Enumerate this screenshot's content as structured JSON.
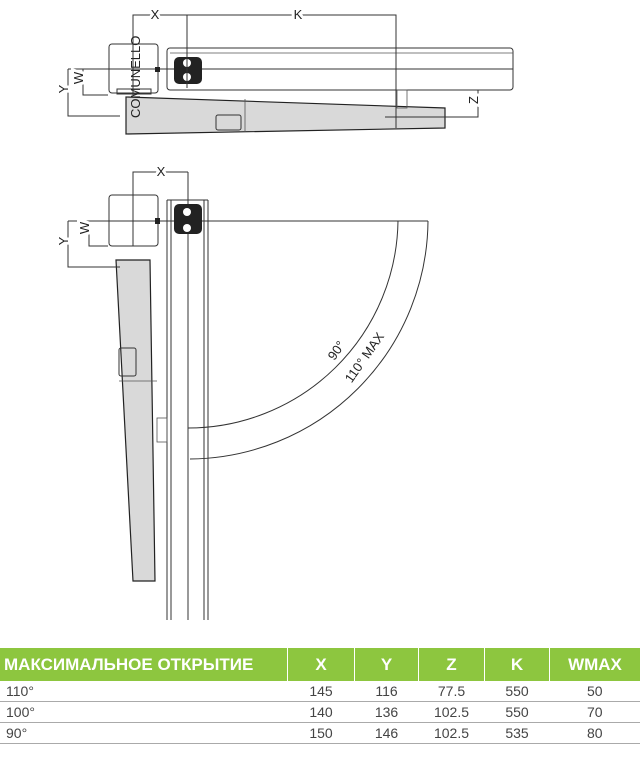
{
  "colors": {
    "accent": "#8dc63f"
  },
  "drawing": {
    "labels": {
      "x": "X",
      "k": "K",
      "y": "Y",
      "w": "W",
      "z": "Z",
      "deg90": "90°",
      "deg110": "110° MAX"
    },
    "brand": "COMUNELLO"
  },
  "table": {
    "headers": [
      "МАКСИМАЛЬНОЕ ОТКРЫТИЕ",
      "X",
      "Y",
      "Z",
      "K",
      "WMAX"
    ],
    "rows": [
      [
        "110°",
        "145",
        "116",
        "77.5",
        "550",
        "50"
      ],
      [
        "100°",
        "140",
        "136",
        "102.5",
        "550",
        "70"
      ],
      [
        "90°",
        "150",
        "146",
        "102.5",
        "535",
        "80"
      ]
    ]
  }
}
